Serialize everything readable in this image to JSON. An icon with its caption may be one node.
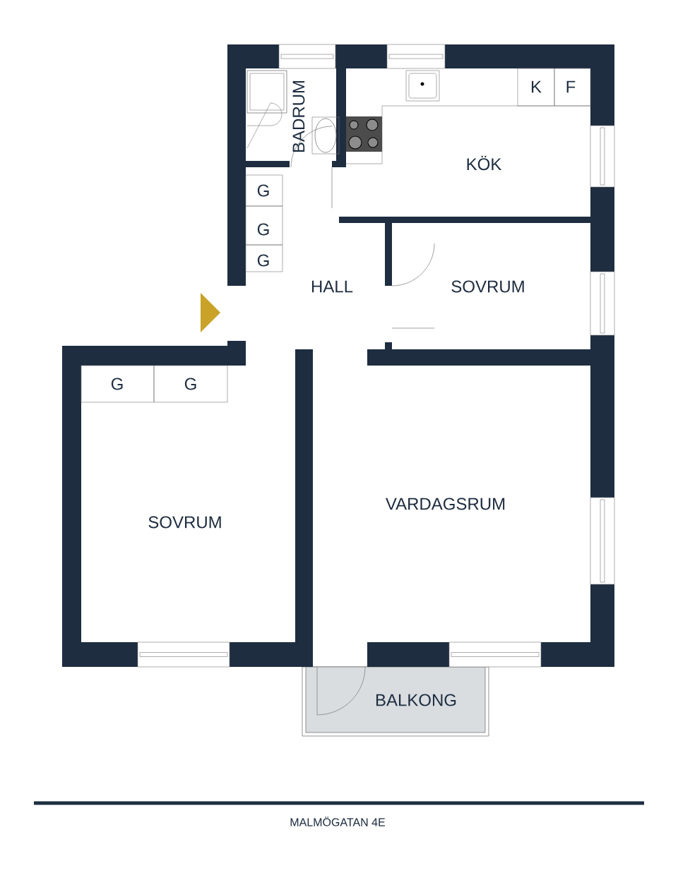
{
  "diagram": {
    "caption": "MALMÖGATAN 4E",
    "labels": [
      "BADRUM",
      "K",
      "F",
      "KÖK",
      "G",
      "G",
      "G",
      "HALL",
      "SOVRUM",
      "G",
      "G",
      "SOVRUM",
      "VARDAGSRUM",
      "BALKONG"
    ]
  }
}
